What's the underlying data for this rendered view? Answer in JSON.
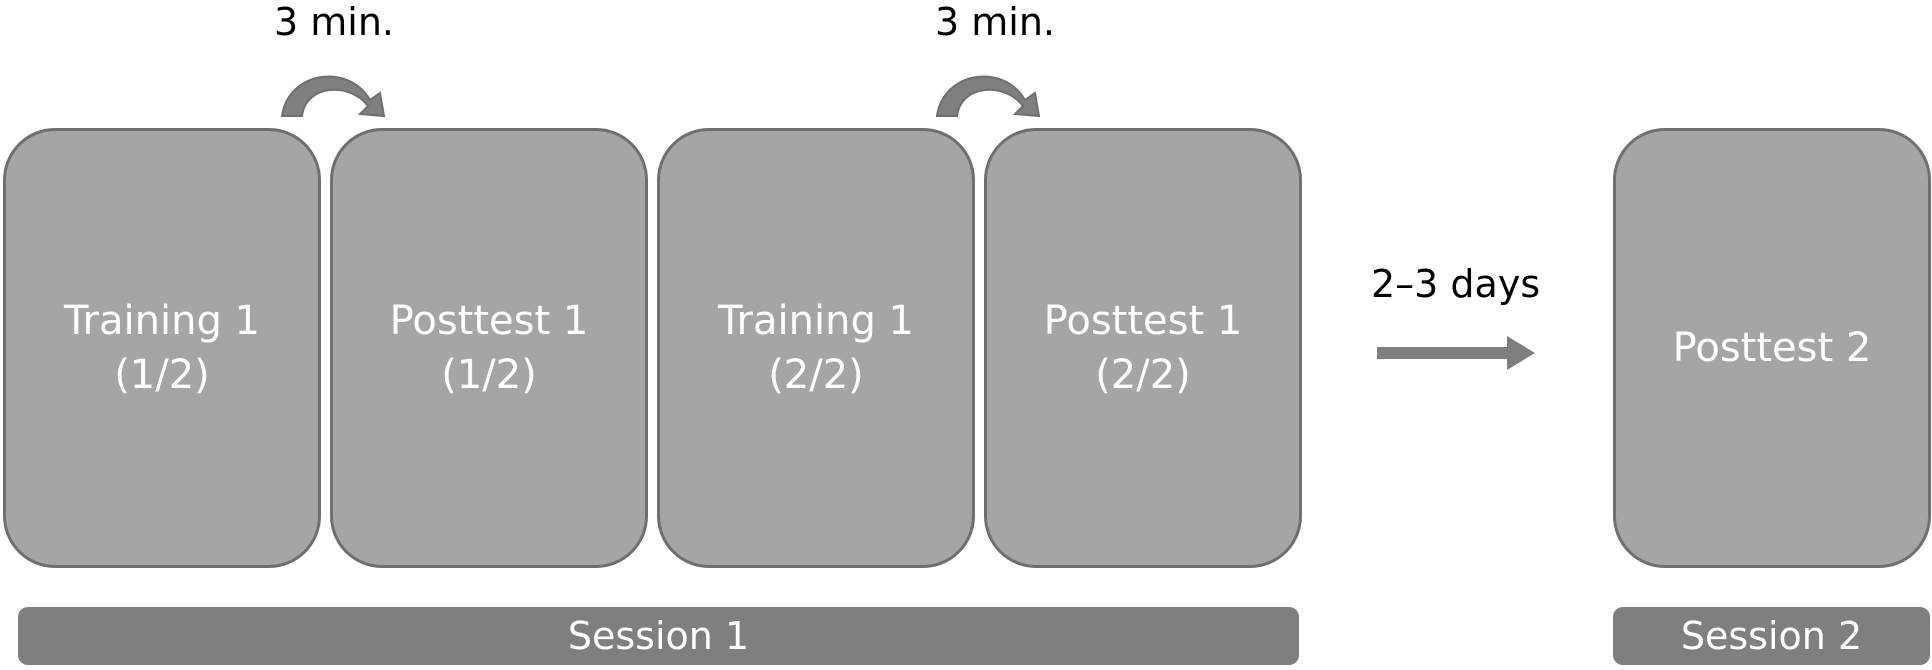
{
  "phases": [
    {
      "line1": "Training 1",
      "line2": "(1/2)"
    },
    {
      "line1": "Posttest 1",
      "line2": "(1/2)"
    },
    {
      "line1": "Training 1",
      "line2": "(2/2)"
    },
    {
      "line1": "Posttest 1",
      "line2": "(2/2)"
    },
    {
      "line1": "Posttest 2"
    }
  ],
  "pauses": [
    {
      "label": "3 min."
    },
    {
      "label": "3 min."
    }
  ],
  "gap": {
    "label": "2–3 days"
  },
  "sessions": [
    {
      "label": "Session 1"
    },
    {
      "label": "Session 2"
    }
  ],
  "colors": {
    "box_fill": "#a5a5a5",
    "box_border": "#6f6f6f",
    "session_bar": "#7f7f7f",
    "arrow": "#7f7f7f",
    "box_text": "#ffffff",
    "label_text": "#000000"
  },
  "icons": {
    "pause_arrow": "curved-arrow-icon",
    "gap_arrow": "right-arrow-icon"
  }
}
